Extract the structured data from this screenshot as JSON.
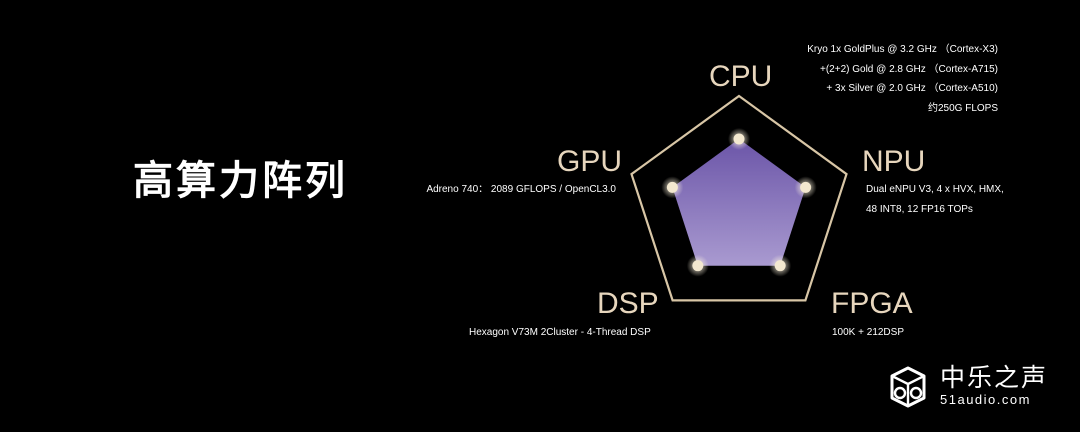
{
  "title": "高算力阵列",
  "axes": {
    "cpu": {
      "label": "CPU",
      "lines": [
        "Kryo 1x GoldPlus @ 3.2 GHz （Cortex-X3)",
        "+(2+2) Gold @ 2.8 GHz （Cortex-A715)",
        "+ 3x Silver @ 2.0 GHz （Cortex-A510)",
        "约250G FLOPS"
      ]
    },
    "gpu": {
      "label": "GPU",
      "lines": [
        "Adreno 740： 2089 GFLOPS / OpenCL3.0"
      ]
    },
    "npu": {
      "label": "NPU",
      "lines": [
        "Dual eNPU V3, 4 x HVX, HMX,",
        "48 INT8, 12 FP16 TOPs"
      ]
    },
    "dsp": {
      "label": "DSP",
      "lines": [
        "Hexagon V73M 2Cluster - 4-Thread DSP"
      ]
    },
    "fpga": {
      "label": "FPGA",
      "lines": [
        "100K + 212DSP"
      ]
    }
  },
  "radar": {
    "order": [
      "CPU",
      "NPU",
      "FPGA",
      "DSP",
      "GPU"
    ],
    "levels": [
      0.62,
      0.62,
      0.62,
      0.62,
      0.62
    ],
    "colors": {
      "outline": "#d8c6a6",
      "fill_top": "#6b55a8",
      "fill_bottom": "#a99ad0",
      "dot": "#f3e8cf"
    }
  },
  "watermark": {
    "name": "中乐之声",
    "url": "51audio.com"
  }
}
